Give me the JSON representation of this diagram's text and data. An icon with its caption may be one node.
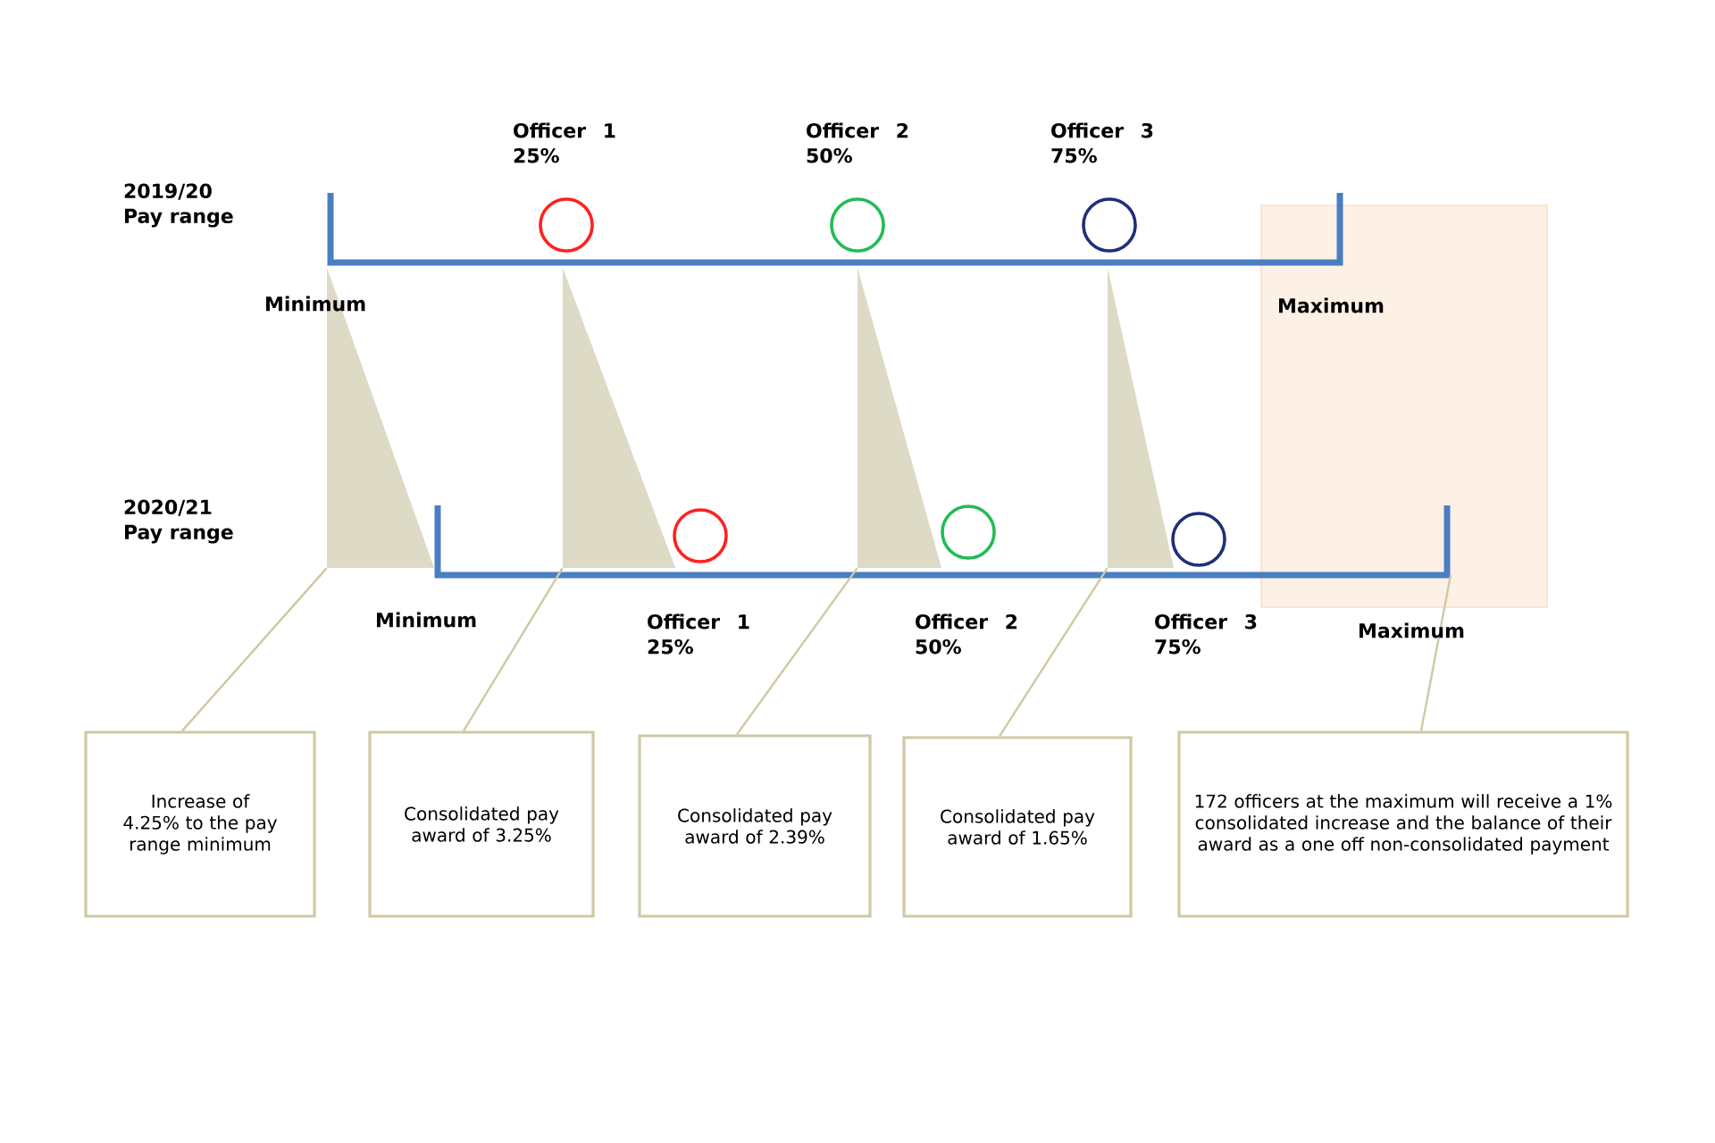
{
  "diagram": {
    "nodes": [
      {
        "text": [
          "Increase of 4.25% to the pay range minimum"
        ]
      },
      {
        "text": [
          "Consolidated pay award of 3.25%"
        ]
      },
      {
        "text": [
          "Consolidated pay award of 2.39%"
        ]
      },
      {
        "text": [
          "Consolidated pay award of 1.65%"
        ]
      },
      {
        "text": [
          "172 officers at the maximum will receive a 1% consolidated increase and the balance of their award as a one off non-consolidated payment"
        ]
      },
      {
        "text": [],
        "shape": "triangle"
      },
      {
        "text": [],
        "shape": "triangle"
      },
      {
        "text": [],
        "shape": "triangle"
      },
      {
        "text": [],
        "shape": "triangle"
      },
      {
        "text": [],
        "shape": "box"
      }
    ],
    "edges": [
      {
        "from": 0,
        "to": 5,
        "arrow": "none"
      },
      {
        "from": 1,
        "to": 6,
        "arrow": "none"
      },
      {
        "from": 2,
        "to": 7,
        "arrow": "none"
      },
      {
        "from": 3,
        "to": 8,
        "arrow": "none"
      },
      {
        "from": 4,
        "to": 9,
        "arrow": "none"
      }
    ],
    "labels": [
      "Officer 1 25%",
      "Officer 2 50%",
      "Officer 3 75%",
      "2019/20 Pay range",
      "Minimum",
      "Maximum",
      "2020/21 Pay range",
      "Minimum",
      "Officer 1 25%",
      "Officer 2 50%",
      "Officer 3 75%",
      "Maximum"
    ]
  }
}
